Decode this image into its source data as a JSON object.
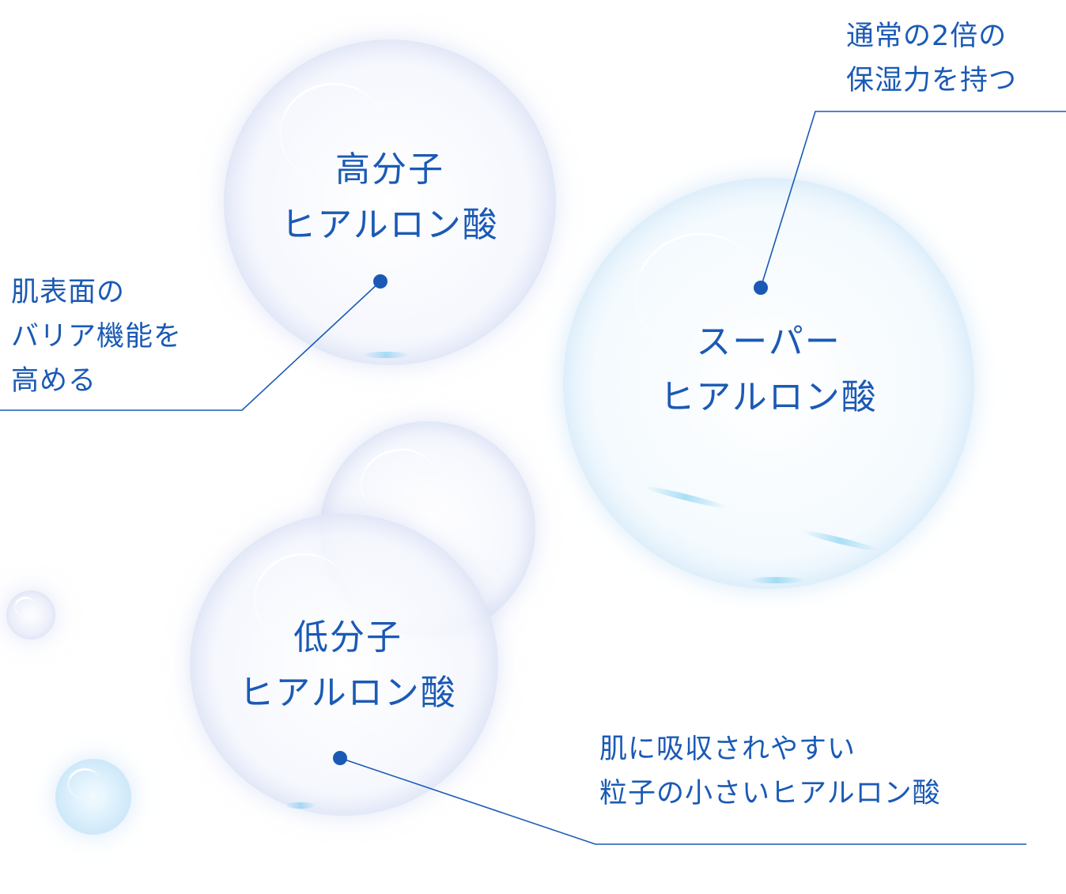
{
  "bubbles": {
    "high": {
      "line1": "高分子",
      "line2": "ヒアルロン酸"
    },
    "super": {
      "line1": "スーパー",
      "line2": "ヒアルロン酸"
    },
    "low": {
      "line1": "低分子",
      "line2": "ヒアルロン酸"
    }
  },
  "notes": {
    "super": {
      "line1": "通常の2倍の",
      "line2": "保湿力を持つ"
    },
    "high": {
      "line1": "肌表面の",
      "line2": "バリア機能を",
      "line3": "高める"
    },
    "low": {
      "line1": "肌に吸収されやすい",
      "line2": "粒子の小さいヒアルロン酸"
    }
  },
  "colors": {
    "text": "#1a5ab5",
    "line": "#1a5ab5",
    "background": "#ffffff"
  }
}
